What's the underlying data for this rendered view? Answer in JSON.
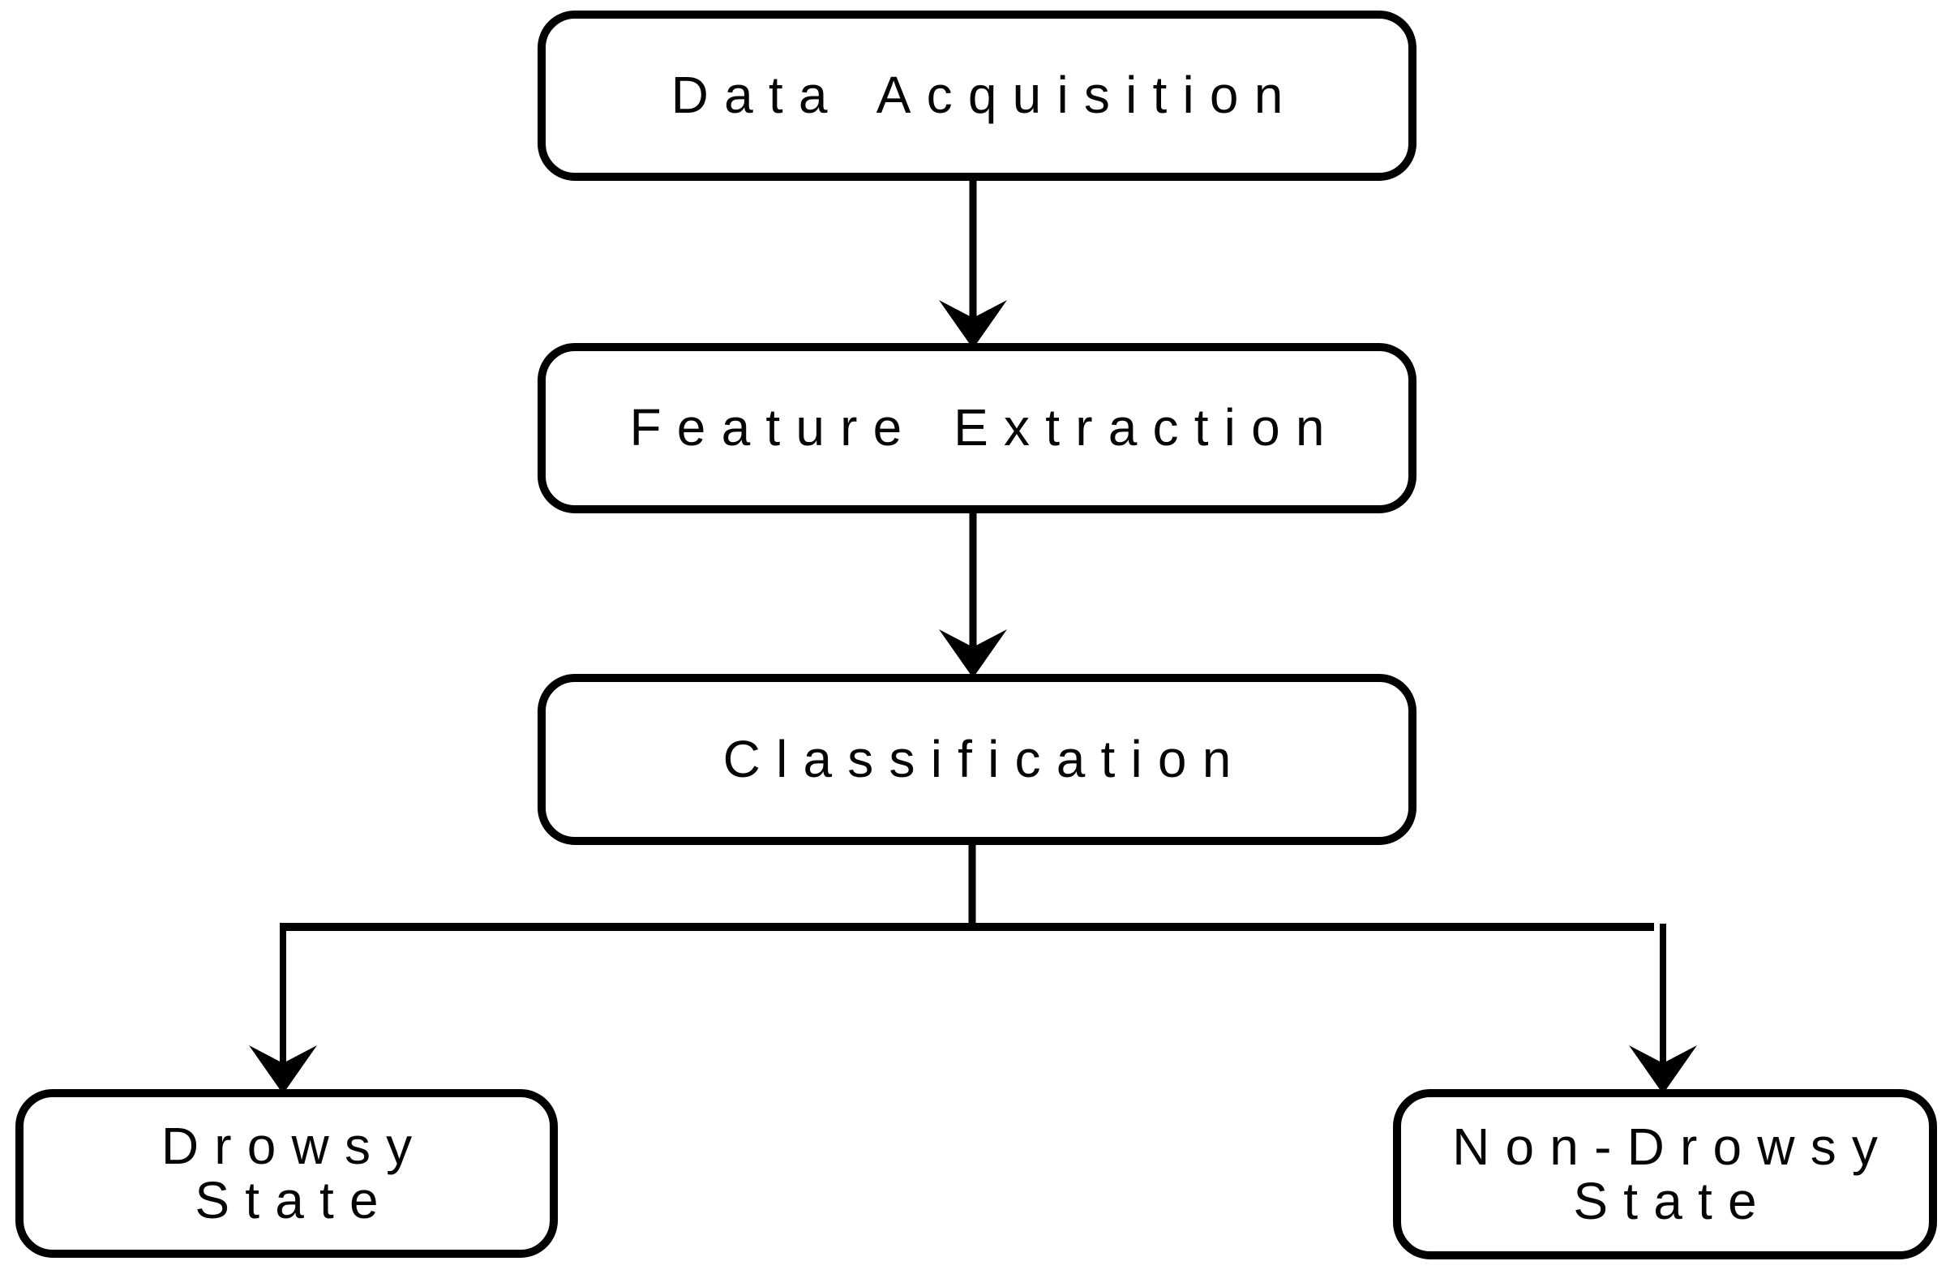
{
  "diagram": {
    "type": "flowchart",
    "style": {
      "background_color": "#ffffff",
      "line_color": "#000000",
      "text_color": "#050505",
      "node_fill": "#ffffff"
    },
    "nodes": {
      "data_acquisition": {
        "label": "Data Acquisition"
      },
      "feature_extraction": {
        "label": "Feature Extraction"
      },
      "classification": {
        "label": "Classification"
      },
      "drowsy_state": {
        "lines": [
          "Drowsy",
          "State"
        ]
      },
      "non_drowsy_state": {
        "lines": [
          "Non-Drowsy",
          "State"
        ]
      }
    },
    "edges": [
      {
        "from": "Data Acquisition",
        "to": "Feature Extraction"
      },
      {
        "from": "Feature Extraction",
        "to": "Classification"
      },
      {
        "from": "Classification",
        "to": "Drowsy State"
      },
      {
        "from": "Classification",
        "to": "Non-Drowsy State"
      }
    ]
  }
}
